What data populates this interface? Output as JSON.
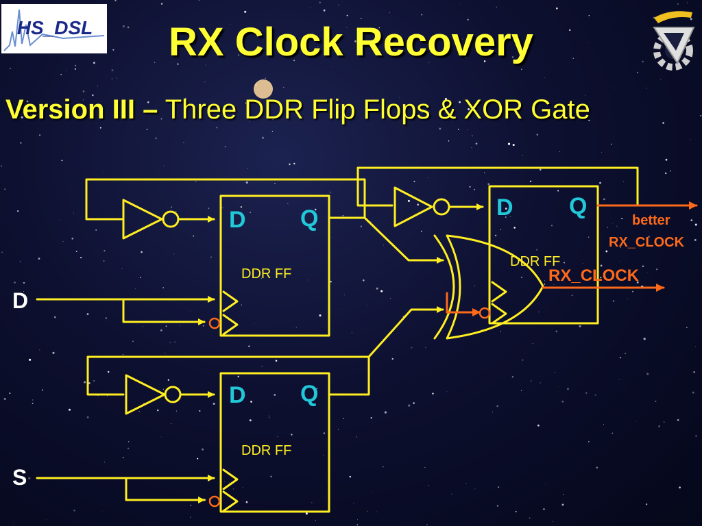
{
  "slide": {
    "title": "RX Clock Recovery",
    "subtitle_bold": "Version III –",
    "subtitle_rest": " Three DDR Flip Flops & XOR Gate"
  },
  "logos": {
    "left_text": "HS_DSL",
    "left_icon": "waveform-logo",
    "right_icon": "gear-logo"
  },
  "diagram": {
    "ff_top_left": {
      "d": "D",
      "q": "Q",
      "name": "DDR FF"
    },
    "ff_bottom_left": {
      "d": "D",
      "q": "Q",
      "name": "DDR FF"
    },
    "ff_right": {
      "d": "D",
      "q": "Q",
      "name": "DDR FF"
    },
    "input_d": "D",
    "input_s": "S",
    "output_rx_clock": "RX_CLOCK",
    "output_better_1": "better",
    "output_better_2": "RX_CLOCK"
  },
  "colors": {
    "wire": "#ffee22",
    "label_cyan": "#22c8d8",
    "output_orange": "#ff6a1a",
    "title_yellow": "#ffff33"
  }
}
